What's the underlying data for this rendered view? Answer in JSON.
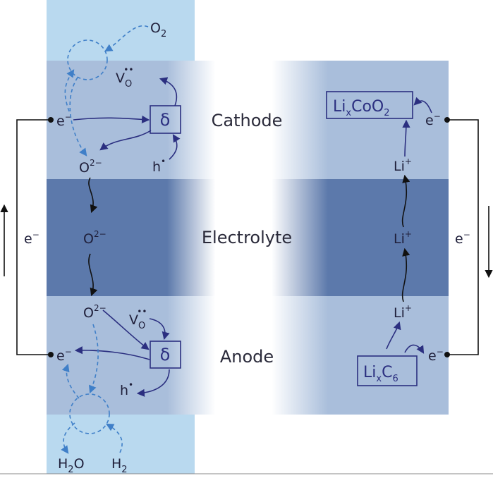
{
  "colors": {
    "light_blue": "#b9d9ef",
    "cathode_band": "#a9bedb",
    "electrolyte_band": "#5c79ab",
    "anode_band": "#a9bedb",
    "arrow_solid": "#2b2f80",
    "arrow_dashed": "#3f7fc8",
    "wire": "#111111"
  },
  "layers": {
    "cathode": "Cathode",
    "electrolyte": "Electrolyte",
    "anode": "Anode"
  },
  "fuel_cell": {
    "o2": "O",
    "o2_sub": "2",
    "electron_top": "e",
    "electron_sign": "−",
    "vacancy": "V",
    "vacancy_sub": "O",
    "vacancy_dots": "••",
    "delta": "δ",
    "oxide": "O",
    "oxide_charge": "2−",
    "hole": "h",
    "hole_dot": "•",
    "electron_bottom": "e",
    "h2o": "H",
    "h2o_sub": "2",
    "h2o_tail": "O",
    "h2": "H",
    "h2_sub": "2",
    "circuit_electron": "e",
    "circuit_sign": "−"
  },
  "battery": {
    "cathode_material": "Li",
    "cathode_sub": "x",
    "cathode_tail": "CoO",
    "cathode_tail_sub": "2",
    "anode_material": "Li",
    "anode_sub": "x",
    "anode_tail": "C",
    "anode_tail_sub": "6",
    "li_ion": "Li",
    "li_charge": "+",
    "electron": "e",
    "electron_sign": "−",
    "circuit_electron": "e",
    "circuit_sign": "−"
  }
}
